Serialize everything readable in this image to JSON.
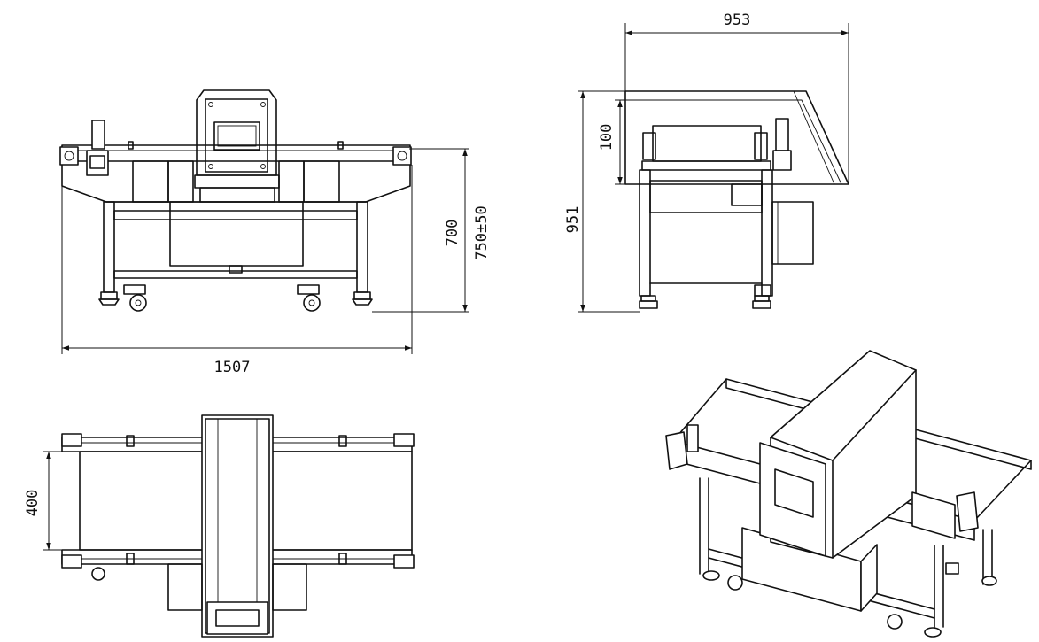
{
  "dimensions": {
    "front_width": "1507",
    "front_height_700": "700",
    "front_height_750": "750±50",
    "side_width": "953",
    "side_height": "951",
    "side_top": "100",
    "top_belt_width": "400"
  }
}
